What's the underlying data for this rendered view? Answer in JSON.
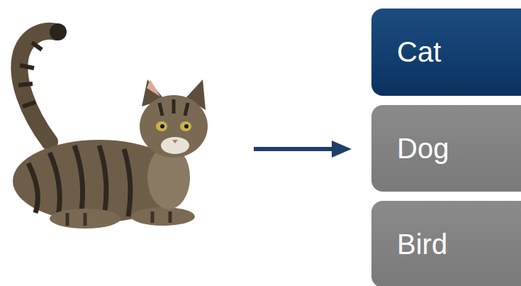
{
  "diagram": {
    "nodes": [
      {
        "text": [
          "Cat"
        ]
      },
      {
        "text": [
          "Dog"
        ]
      },
      {
        "text": [
          "Bird"
        ]
      }
    ]
  }
}
